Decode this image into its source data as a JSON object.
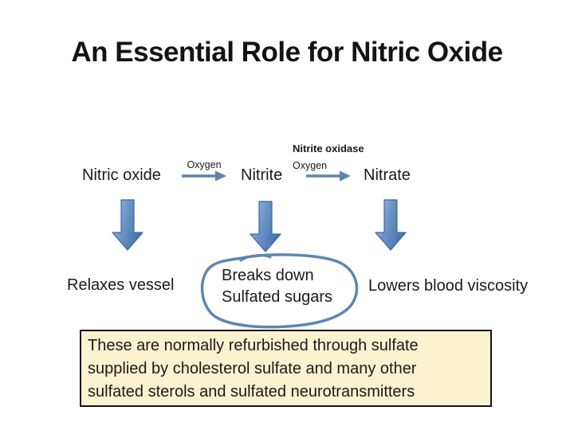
{
  "slide": {
    "title": "An Essential Role for Nitric Oxide",
    "reaction": {
      "nitric_oxide": "Nitric oxide",
      "oxygen1": "Oxygen",
      "nitrite": "Nitrite",
      "nitrite_oxidase": "Nitrite oxidase",
      "oxygen2": "Oxygen",
      "nitrate": "Nitrate"
    },
    "effects": {
      "relaxes_vessel": "Relaxes vessel",
      "breaks_down_line1": "Breaks down",
      "breaks_down_line2": "Sulfated sugars",
      "lowers_viscosity": "Lowers blood viscosity"
    },
    "note": {
      "line1": "These are normally refurbished through sulfate",
      "line2": "supplied by cholesterol sulfate and many other",
      "line3": "sulfated sterols and sulfated neurotransmitters"
    },
    "colors": {
      "reaction_arrow": "#5b84b1",
      "block_arrow_light": "#aac3e3",
      "block_arrow_mid": "#6b94c6",
      "block_arrow_dark": "#4773ae",
      "block_arrow_border": "#3b67a3",
      "blob_outline": "#5b87b5",
      "note_background": "#fbf2cf",
      "note_border": "#151515",
      "title_text": "#161212"
    }
  }
}
